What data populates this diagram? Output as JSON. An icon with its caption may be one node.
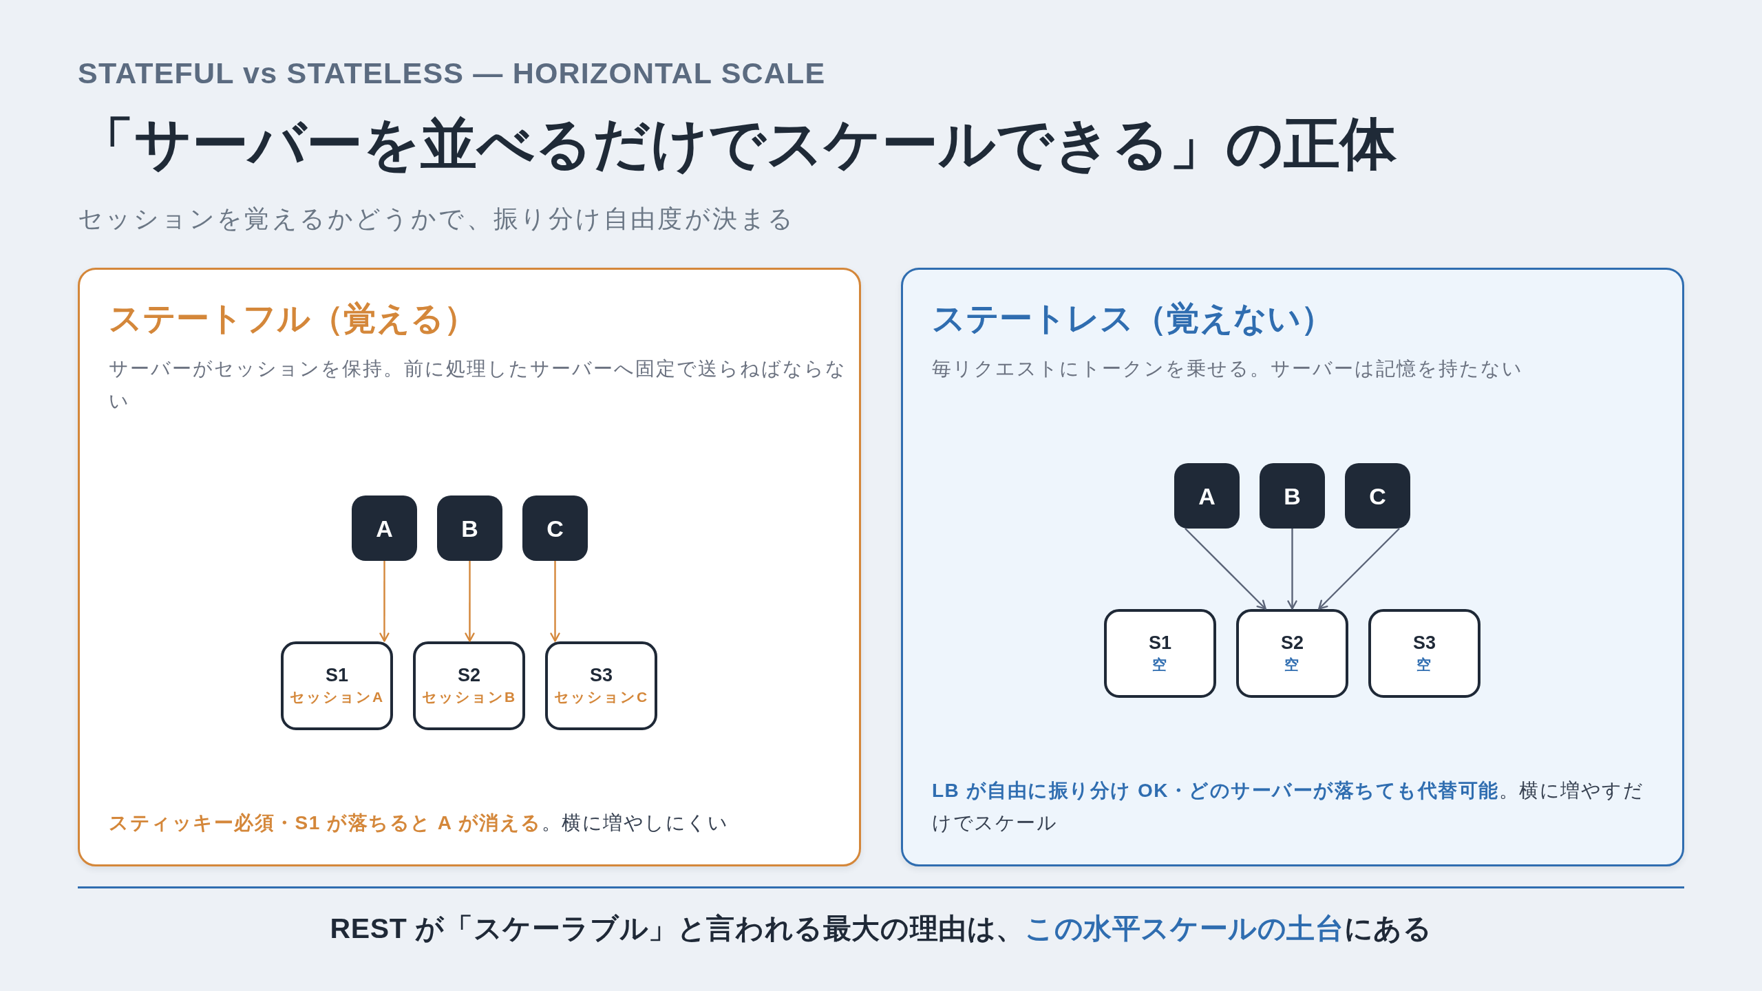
{
  "diagram": {
    "title": "「サーバーを並べるだけでスケールできる」の正体",
    "caption": "REST が「スケーラブル」と言われる最大の理由は、**この水平スケールの土台**にある",
    "nodes": [
      {
        "text": [
          "ステートフル（覚える）",
          "サーバーがセッションを保持。前に処理したサーバーへ固定で送らねばならない",
          "**スティッキー必須・S1 が落ちると A が消える**。横に増やしにくい"
        ]
      },
      {
        "text": [
          "A"
        ],
        "in": 0
      },
      {
        "text": [
          "B"
        ],
        "in": 0
      },
      {
        "text": [
          "C"
        ],
        "in": 0
      },
      {
        "text": [
          "S1",
          "セッションA"
        ],
        "in": 0
      },
      {
        "text": [
          "S2",
          "セッションB"
        ],
        "in": 0
      },
      {
        "text": [
          "S3",
          "セッションC"
        ],
        "in": 0
      },
      {
        "text": [
          "ステートレス（覚えない）",
          "毎リクエストにトークンを乗せる。サーバーは記憶を持たない",
          "**LB が自由に振り分け OK・どのサーバーが落ちても代替可能**。横に増やすだけでスケール"
        ]
      },
      {
        "text": [
          "A"
        ],
        "in": 7
      },
      {
        "text": [
          "B"
        ],
        "in": 7
      },
      {
        "text": [
          "C"
        ],
        "in": 7
      },
      {
        "text": [
          "S1",
          "空"
        ],
        "in": 7
      },
      {
        "text": [
          "S2",
          "空"
        ],
        "in": 7
      },
      {
        "text": [
          "S3",
          "空"
        ],
        "in": 7
      }
    ],
    "edges": [
      {
        "from": 1,
        "to": 4,
        "arrow": "to",
        "color": "#d4873a"
      },
      {
        "from": 2,
        "to": 5,
        "arrow": "to",
        "color": "#d4873a"
      },
      {
        "from": 3,
        "to": 6,
        "arrow": "to",
        "color": "#d4873a"
      },
      {
        "from": 8,
        "to": 12,
        "arrow": "to",
        "color": "#5b6478"
      },
      {
        "from": 9,
        "to": 12,
        "arrow": "to",
        "color": "#5b6478"
      },
      {
        "from": 10,
        "to": 12,
        "arrow": "to",
        "color": "#5b6478"
      }
    ],
    "labels": [
      "STATEFUL vs STATELESS — HORIZONTAL SCALE",
      "セッションを覚えるかどうかで、振り分け自由度が決まる"
    ]
  }
}
